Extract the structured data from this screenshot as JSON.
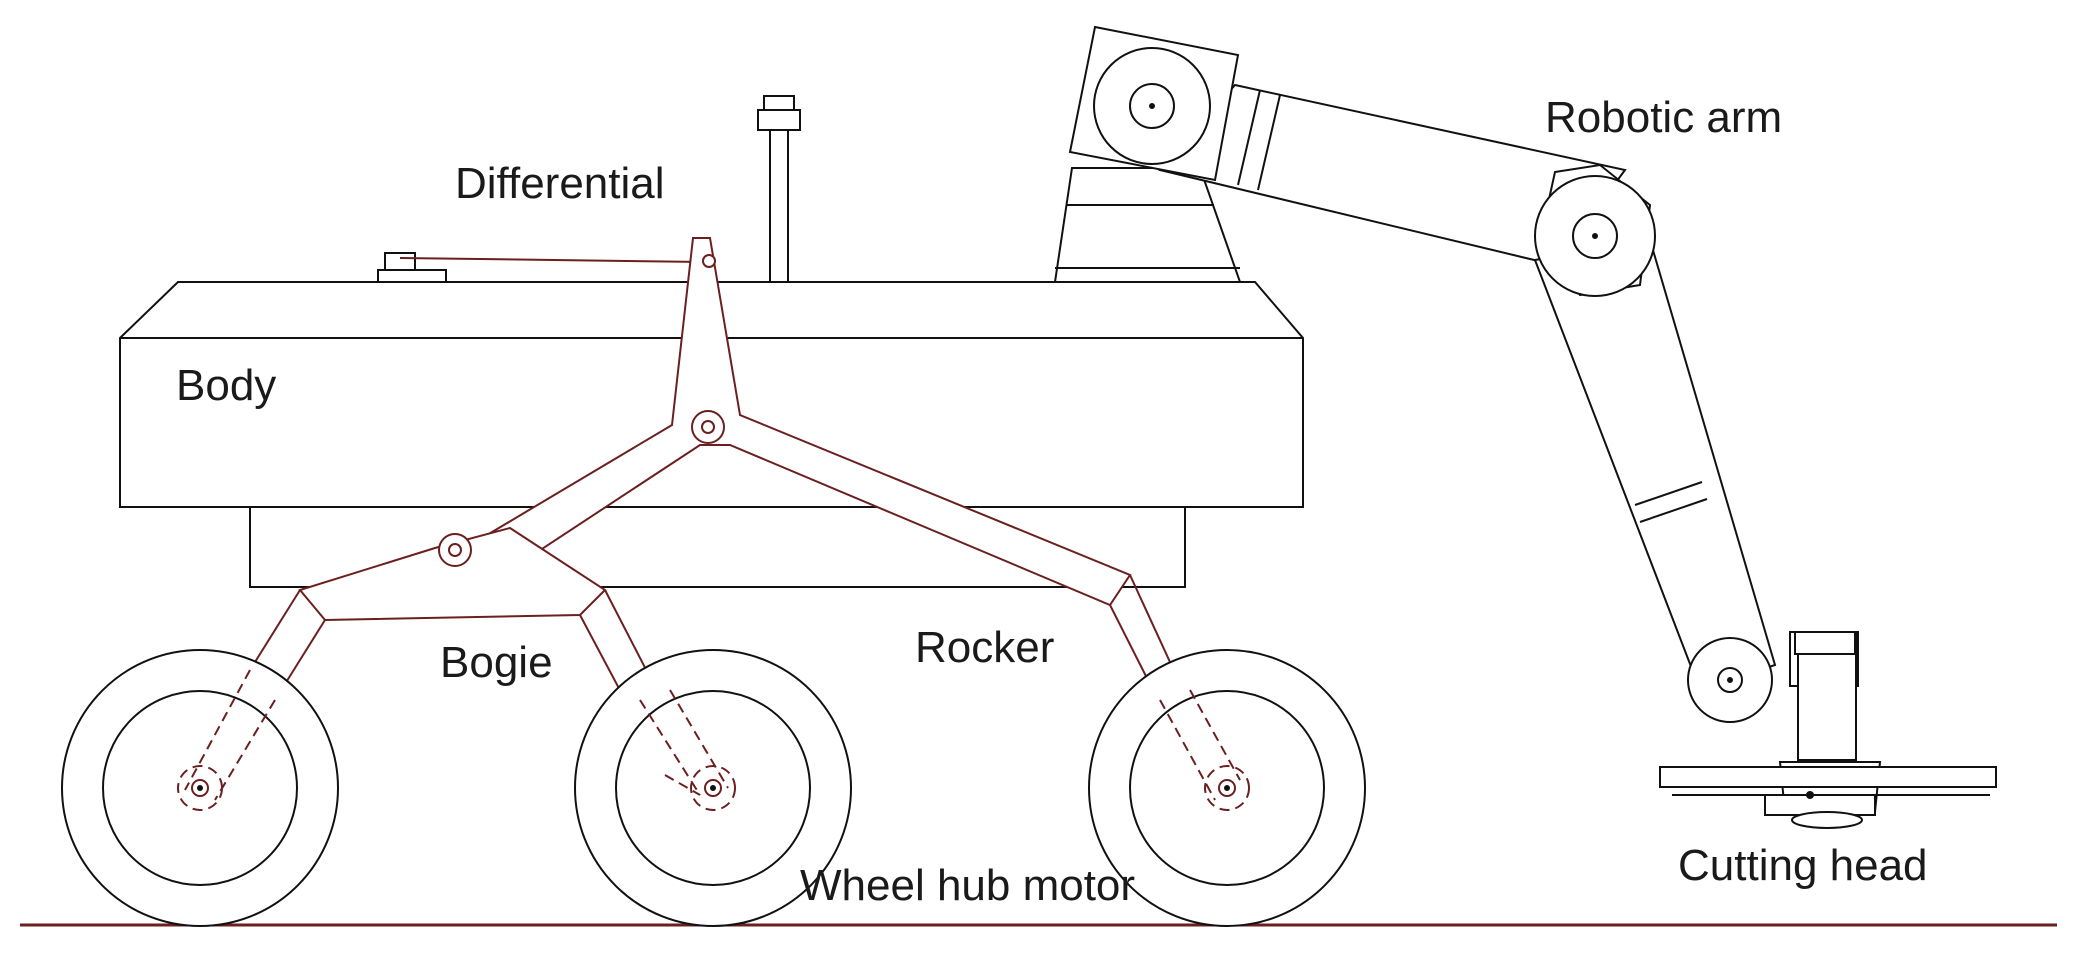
{
  "labels": {
    "differential": "Differential",
    "robotic_arm": "Robotic arm",
    "body": "Body",
    "bogie": "Bogie",
    "rocker": "Rocker",
    "cutting_head": "Cutting head",
    "wheel_hub_motor": "Wheel hub motor"
  },
  "colors": {
    "outline": "#111111",
    "suspension": "#6b1f1f",
    "background": "#ffffff"
  }
}
